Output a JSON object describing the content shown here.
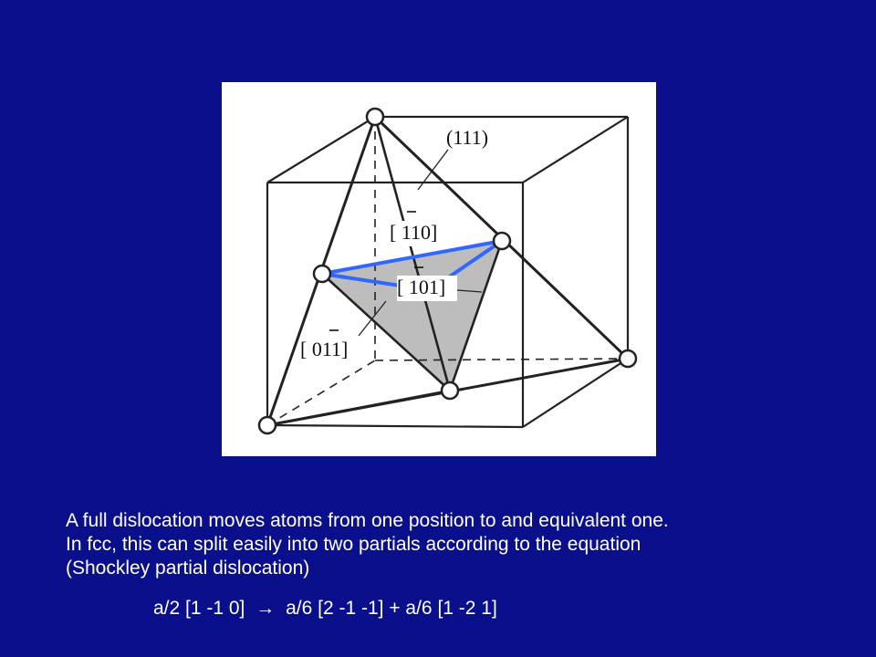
{
  "figure": {
    "labels": {
      "plane": "(111)",
      "dir_a": "[ 110]",
      "dir_b": "[ 101]",
      "dir_c": "[ 011]"
    },
    "burgers_vector_color": "#3366ff",
    "shaded_plane_color": "#bdbdbd"
  },
  "text": {
    "line1": "A full dislocation moves atoms from one position to and equivalent one.",
    "line2": "In fcc, this can split easily into two partials according to the equation",
    "line3": "(Shockley partial dislocation)"
  },
  "equation": {
    "lhs": "a/2 [1 -1 0]",
    "arrow": "→",
    "rhs": "a/6 [2 -1 -1] + a/6 [1 -2 1]"
  }
}
